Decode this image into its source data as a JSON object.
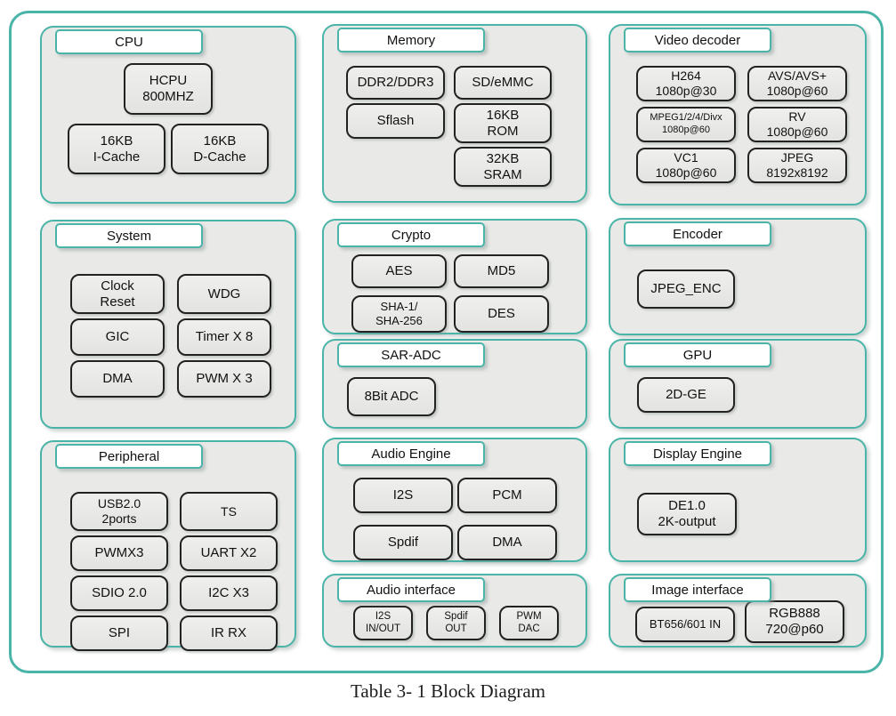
{
  "colors": {
    "accent_teal": "#4ab4a8",
    "section_bg": "#e9e9e7",
    "block_border": "#222222",
    "background": "#ffffff"
  },
  "caption": "Table 3- 1 Block Diagram",
  "sections": {
    "cpu": {
      "title": "CPU",
      "blocks": [
        "HCPU\n800MHZ",
        "16KB\nI-Cache",
        "16KB\nD-Cache"
      ]
    },
    "memory": {
      "title": "Memory",
      "blocks": [
        "DDR2/DDR3",
        "Sflash",
        "SD/eMMC",
        "16KB\nROM",
        "32KB\nSRAM"
      ]
    },
    "video_decoder": {
      "title": "Video decoder",
      "blocks": [
        "H264\n1080p@30",
        "AVS/AVS+\n1080p@60",
        "MPEG1/2/4/Divx\n1080p@60",
        "RV\n1080p@60",
        "VC1\n1080p@60",
        "JPEG\n8192x8192"
      ]
    },
    "system": {
      "title": "System",
      "blocks": [
        "Clock\nReset",
        "WDG",
        "GIC",
        "Timer X 8",
        "DMA",
        "PWM X 3"
      ]
    },
    "crypto": {
      "title": "Crypto",
      "blocks": [
        "AES",
        "MD5",
        "SHA-1/\nSHA-256",
        "DES"
      ]
    },
    "sar_adc": {
      "title": "SAR-ADC",
      "blocks": [
        "8Bit ADC"
      ]
    },
    "encoder": {
      "title": "Encoder",
      "blocks": [
        "JPEG_ENC"
      ]
    },
    "gpu": {
      "title": "GPU",
      "blocks": [
        "2D-GE"
      ]
    },
    "peripheral": {
      "title": "Peripheral",
      "blocks": [
        "USB2.0\n2ports",
        "TS",
        "PWMX3",
        "UART X2",
        "SDIO 2.0",
        "I2C X3",
        "SPI",
        "IR RX"
      ]
    },
    "audio_engine": {
      "title": "Audio Engine",
      "blocks": [
        "I2S",
        "PCM",
        "Spdif",
        "DMA"
      ]
    },
    "audio_interface": {
      "title": "Audio interface",
      "blocks": [
        "I2S\nIN/OUT",
        "Spdif\nOUT",
        "PWM\nDAC"
      ]
    },
    "display_engine": {
      "title": "Display Engine",
      "blocks": [
        "DE1.0\n2K-output"
      ]
    },
    "image_interface": {
      "title": "Image interface",
      "blocks": [
        "BT656/601 IN",
        "RGB888\n720@p60"
      ]
    }
  }
}
